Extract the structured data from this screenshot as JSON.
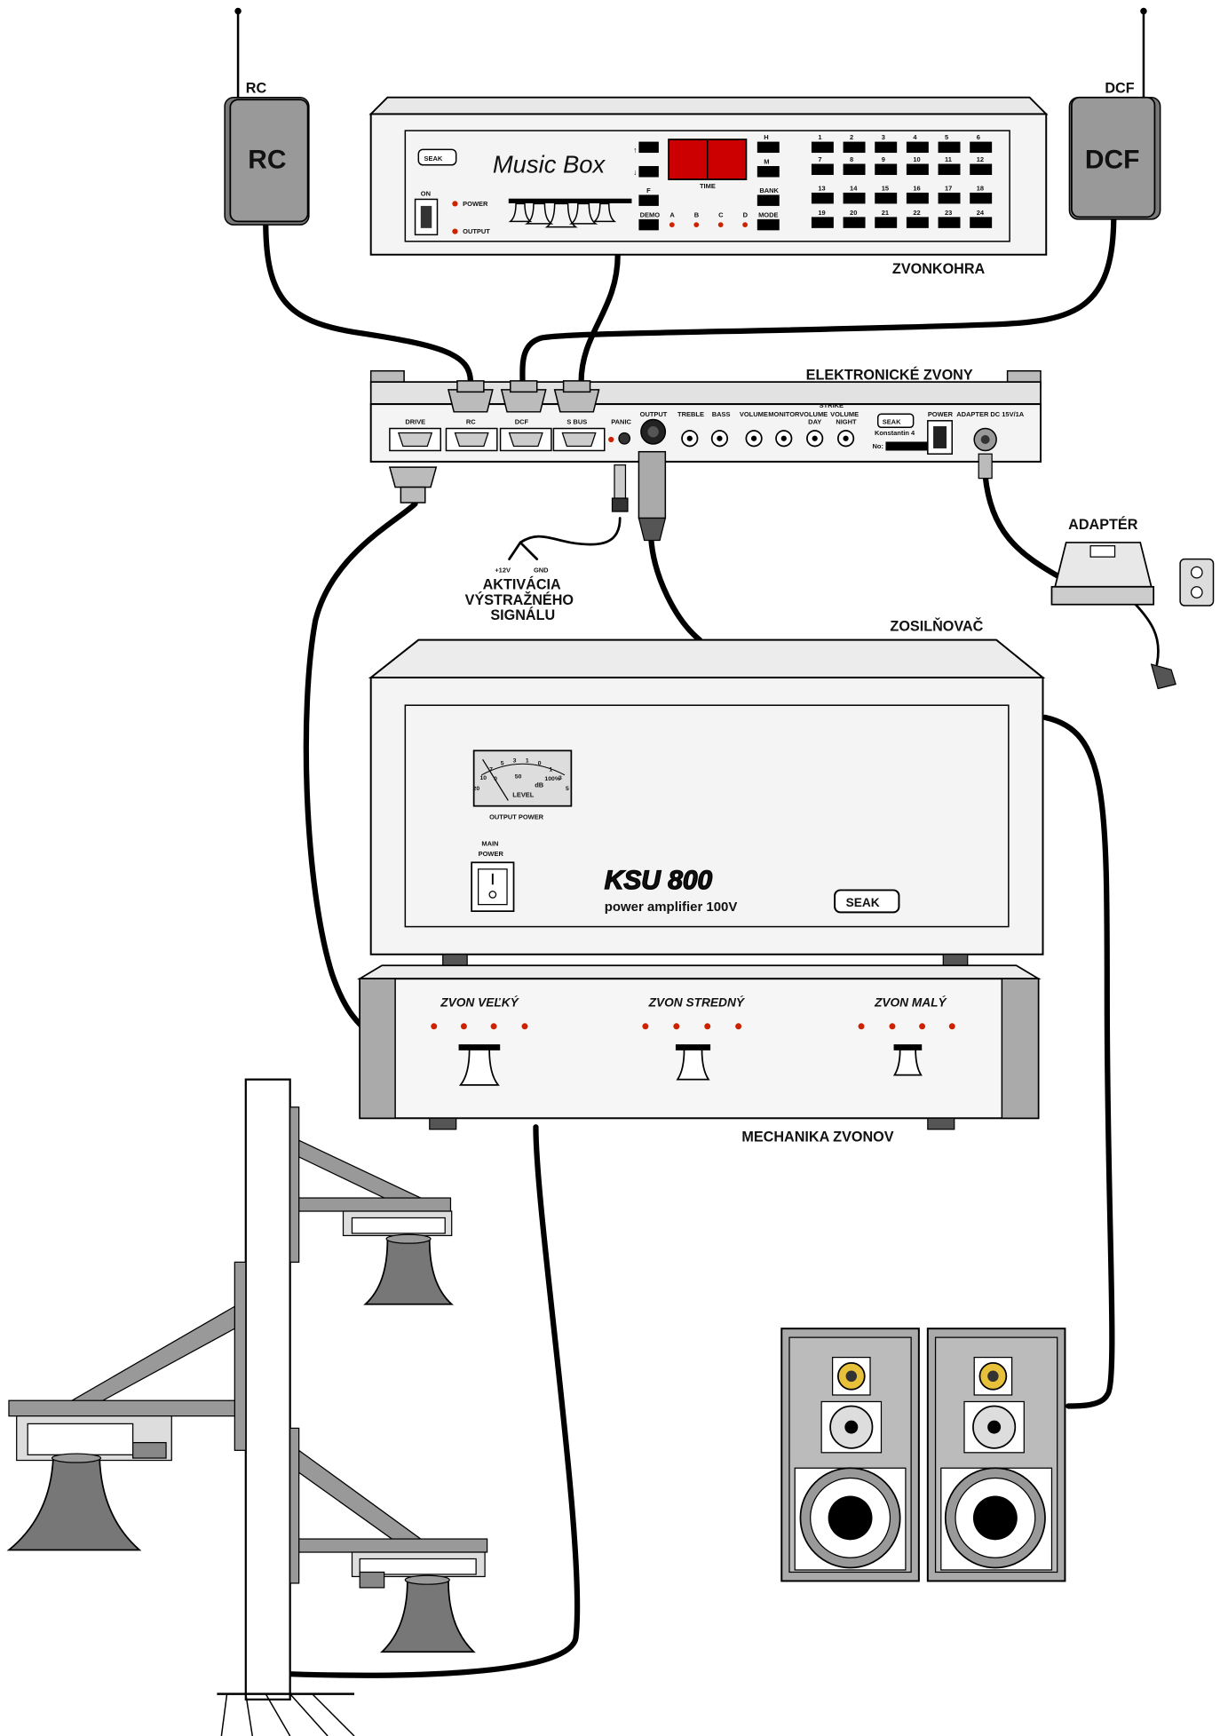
{
  "rc_module": {
    "tag_label": "RC",
    "body_label": "RC"
  },
  "dcf_module": {
    "tag_label": "DCF",
    "body_label": "DCF"
  },
  "music_box": {
    "brand": "SEAK",
    "model": "Music Box",
    "switch_label": "ON",
    "power_label": "POWER",
    "output_label": "OUTPUT",
    "time_label": "TIME",
    "h_label": "H",
    "m_label": "M",
    "f_label": "F",
    "bank_label": "BANK",
    "demo_label": "DEMO",
    "mode_label": "MODE",
    "letters": [
      "A",
      "B",
      "C",
      "D"
    ],
    "key_numbers": [
      "1",
      "2",
      "3",
      "4",
      "5",
      "6",
      "7",
      "8",
      "9",
      "10",
      "11",
      "12",
      "13",
      "14",
      "15",
      "16",
      "17",
      "18",
      "19",
      "20",
      "21",
      "22",
      "23",
      "24"
    ],
    "caption": "ZVONKOHRA"
  },
  "controller": {
    "caption": "ELEKTRONICKÉ ZVONY",
    "ports": [
      "DRIVE",
      "RC",
      "DCF",
      "S BUS"
    ],
    "panic_label": "PANIC",
    "output_label": "OUTPUT",
    "treble_label": "TREBLE",
    "bass_label": "BASS",
    "volume_label": "VOLUME",
    "monitor_label": "MONITOR",
    "strike_label": "STRIKE",
    "volume_day_label": [
      "VOLUME",
      "DAY"
    ],
    "volume_night_label": [
      "VOLUME",
      "NIGHT"
    ],
    "brand": "SEAK",
    "address": "Konstantin 4",
    "serial_label": "No:",
    "power_label": "POWER",
    "adapter_label": "ADAPTER DC 15V/1A"
  },
  "alarm": {
    "plus_label": "+12V",
    "gnd_label": "GND",
    "lines": [
      "AKTIVÁCIA",
      "VÝSTRAŽNÉHO",
      "SIGNÁLU"
    ]
  },
  "adapter": {
    "caption": "ADAPTÉR"
  },
  "amplifier": {
    "caption": "ZOSILŇOVAČ",
    "meter_scale_top": [
      "20",
      "10",
      "7",
      "5",
      "3",
      "1",
      "0",
      "1",
      "3",
      "5"
    ],
    "meter_db": "dB",
    "meter_scale_bottom": [
      "0",
      "50",
      "100%"
    ],
    "meter_level": "LEVEL",
    "meter_caption": "OUTPUT POWER",
    "main_power_label": [
      "MAIN",
      "POWER"
    ],
    "model": "KSU 800",
    "subtitle": "power  amplifier  100V",
    "brand": "SEAK"
  },
  "mechanics": {
    "caption": "MECHANIKA ZVONOV",
    "bells": [
      "ZVON VEĽKÝ",
      "ZVON STREDNÝ",
      "ZVON MALÝ"
    ]
  },
  "colors": {
    "led_red": "#cc2200",
    "body_grey": "#999999",
    "panel_white": "#f4f4f4",
    "cable_black": "#000000"
  }
}
